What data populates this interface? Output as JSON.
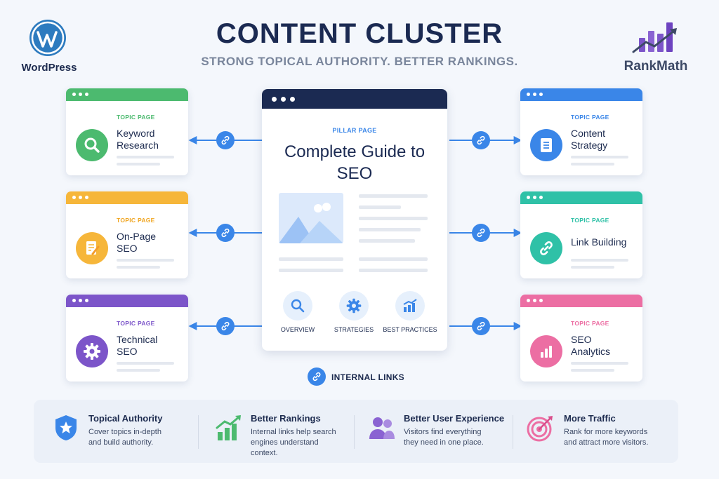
{
  "header": {
    "title": "CONTENT CLUSTER",
    "subtitle": "STRONG TOPICAL AUTHORITY. BETTER RANKINGS."
  },
  "logos": {
    "left": {
      "label": "WordPress",
      "icon": "wordpress-logo-icon"
    },
    "right": {
      "label": "RankMath",
      "icon": "rankmath-logo-icon"
    }
  },
  "pillar": {
    "kicker": "PILLAR PAGE",
    "title_line1": "Complete Guide to",
    "title_line2": "SEO",
    "features": [
      {
        "label": "OVERVIEW",
        "icon": "search-icon"
      },
      {
        "label": "STRATEGIES",
        "icon": "gear-icon"
      },
      {
        "label": "BEST PRACTICES",
        "icon": "growth-chart-icon"
      }
    ]
  },
  "topics": {
    "left": [
      {
        "kicker": "TOPIC PAGE",
        "title_line1": "Keyword",
        "title_line2": "Research",
        "color": "#4cba6f",
        "icon": "search-icon"
      },
      {
        "kicker": "TOPIC PAGE",
        "title_line1": "On-Page",
        "title_line2": "SEO",
        "color": "#f6b63a",
        "icon": "document-edit-icon"
      },
      {
        "kicker": "TOPIC PAGE",
        "title_line1": "Technical",
        "title_line2": "SEO",
        "color": "#7c55c9",
        "icon": "gear-icon"
      }
    ],
    "right": [
      {
        "kicker": "TOPIC PAGE",
        "title_line1": "Content",
        "title_line2": "Strategy",
        "color": "#3a86e8",
        "icon": "document-icon"
      },
      {
        "kicker": "TOPIC PAGE",
        "title_line1": "Link Building",
        "title_line2": "",
        "color": "#2fc1a7",
        "icon": "link-icon"
      },
      {
        "kicker": "TOPIC PAGE",
        "title_line1": "SEO",
        "title_line2": "Analytics",
        "color": "#ec6ea3",
        "icon": "bar-chart-icon"
      }
    ]
  },
  "internal_links": {
    "label": "INTERNAL LINKS",
    "color": "#3a86e8"
  },
  "benefits": [
    {
      "title": "Topical Authority",
      "desc_line1": "Cover topics in-depth",
      "desc_line2": "and build authority.",
      "desc_line3": "",
      "icon": "shield-star-icon",
      "color": "#3a86e8"
    },
    {
      "title": "Better Rankings",
      "desc_line1": "Internal links help search",
      "desc_line2": "engines understand",
      "desc_line3": "context.",
      "icon": "rising-bars-icon",
      "color": "#4cba6f"
    },
    {
      "title": "Better User Experience",
      "desc_line1": "Visitors find everything",
      "desc_line2": "they need in one place.",
      "desc_line3": "",
      "icon": "users-icon",
      "color": "#8a63d2"
    },
    {
      "title": "More Traffic",
      "desc_line1": "Rank for more keywords",
      "desc_line2": "and attract more visitors.",
      "desc_line3": "",
      "icon": "target-icon",
      "color": "#ec6ea3"
    }
  ]
}
